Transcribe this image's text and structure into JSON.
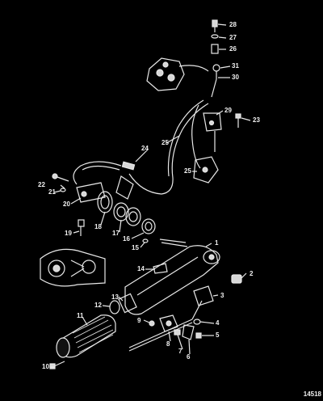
{
  "callouts": {
    "c1": "1",
    "c2": "2",
    "c3": "3",
    "c4": "4",
    "c5": "5",
    "c6": "6",
    "c7": "7",
    "c8": "8",
    "c9": "9",
    "c10": "10",
    "c11": "11",
    "c12": "12",
    "c13": "13",
    "c14": "14",
    "c15": "15",
    "c16": "16",
    "c17": "17",
    "c18": "18",
    "c19": "19",
    "c20": "20",
    "c21": "21",
    "c22": "22",
    "c23": "23",
    "c24": "24",
    "c25": "25",
    "c26": "26",
    "c27": "27",
    "c28": "28",
    "c29": "29",
    "c30": "30",
    "c31": "31"
  },
  "document_number": "14518"
}
